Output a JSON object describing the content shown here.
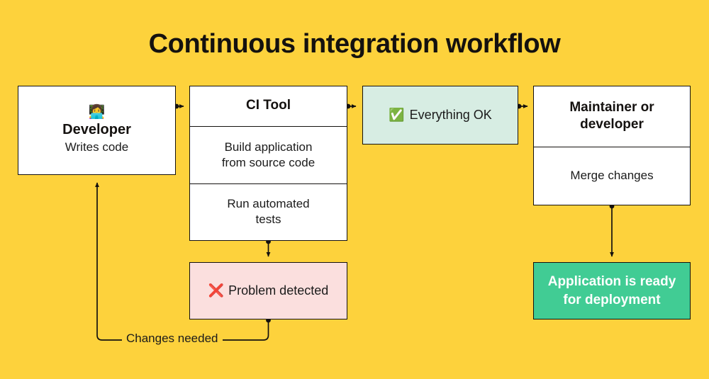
{
  "diagram": {
    "title": "Continuous integration workflow",
    "background_color": "#FDD23C",
    "line_color": "#14110f",
    "nodes": {
      "developer": {
        "icon": "technologist-emoji",
        "icon_glyph": "👩‍💻",
        "name": "Developer",
        "subtitle": "Writes code",
        "fill": "#ffffff"
      },
      "ci_tool": {
        "title": "CI Tool",
        "steps": [
          "Build application from source code",
          "Run automated tests"
        ],
        "step_1_line_1": "Build application",
        "step_1_line_2": "from source code",
        "step_2_line_1": "Run automated",
        "step_2_line_2": "tests",
        "fill": "#ffffff"
      },
      "everything_ok": {
        "icon": "check-mark-button-emoji",
        "icon_glyph": "✅",
        "label": "Everything OK",
        "fill": "#D7EDE3"
      },
      "maintainer": {
        "title_line_1": "Maintainer or",
        "title_line_2": "developer",
        "title": "Maintainer or developer",
        "action": "Merge changes",
        "fill": "#ffffff"
      },
      "problem_detected": {
        "icon": "cross-mark-emoji",
        "icon_glyph": "❌",
        "label": "Problem detected",
        "fill": "#FBDFDE"
      },
      "application_ready": {
        "line_1": "Application is ready",
        "line_2": "for deployment",
        "label": "Application is ready for deployment",
        "fill": "#41CC94",
        "text_color": "#ffffff"
      }
    },
    "edges": [
      {
        "from": "developer",
        "to": "ci_tool",
        "label": ""
      },
      {
        "from": "ci_tool",
        "to": "everything_ok",
        "label": ""
      },
      {
        "from": "everything_ok",
        "to": "maintainer",
        "label": ""
      },
      {
        "from": "ci_tool",
        "to": "problem_detected",
        "label": ""
      },
      {
        "from": "maintainer",
        "to": "application_ready",
        "label": ""
      },
      {
        "from": "problem_detected",
        "to": "developer",
        "label": "Changes needed"
      }
    ],
    "edge_labels": {
      "changes_needed": "Changes needed"
    }
  }
}
